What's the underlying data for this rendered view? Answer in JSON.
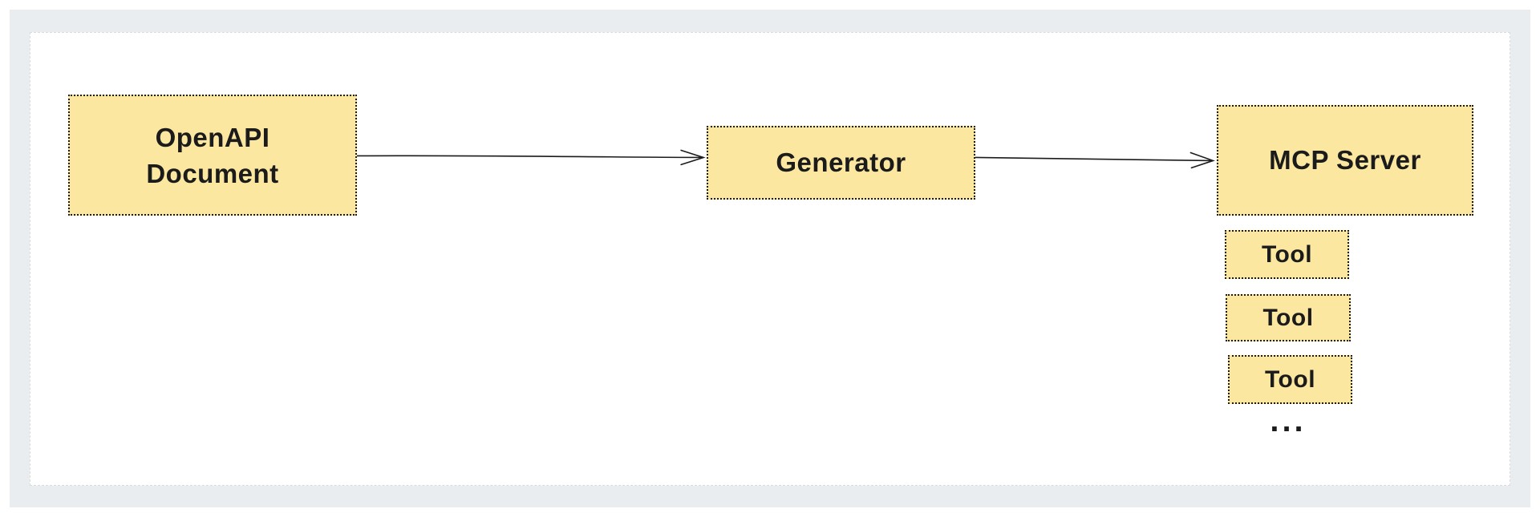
{
  "diagram": {
    "nodes": {
      "openapi": {
        "lines": [
          "OpenAPI",
          "Document"
        ]
      },
      "generator": {
        "label": "Generator"
      },
      "mcp_server": {
        "label": "MCP Server"
      }
    },
    "tools": [
      {
        "label": "Tool"
      },
      {
        "label": "Tool"
      },
      {
        "label": "Tool"
      }
    ],
    "ellipsis": "...",
    "arrows": [
      {
        "from": "OpenAPI Document",
        "to": "Generator"
      },
      {
        "from": "Generator",
        "to": "MCP Server"
      }
    ],
    "colors": {
      "node_fill": "#fbe7a0",
      "node_border": "#1b1b1b",
      "text": "#1b1b1b",
      "arrow": "#1b1b1b",
      "frame_background": "#e9edf0",
      "canvas_background": "#ffffff"
    }
  }
}
